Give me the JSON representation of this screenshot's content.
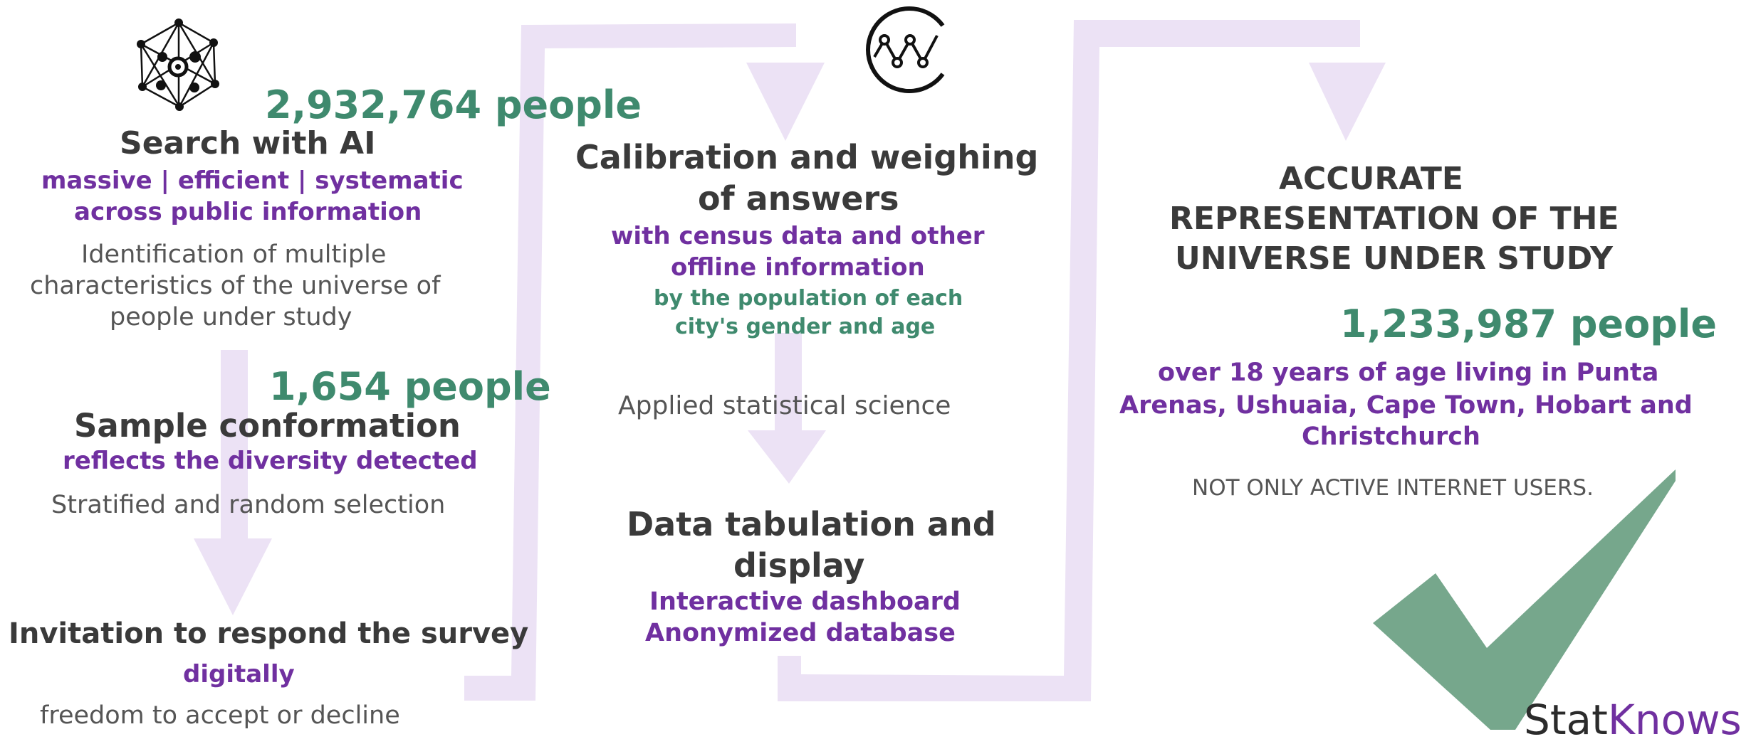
{
  "colors": {
    "accent_purple": "#7030a0",
    "accent_green": "#3f8a6e",
    "flow_light": "#ece2f5",
    "check": "#76a78c",
    "heading": "#3a3a3a"
  },
  "icons": {
    "network": "network-node-icon",
    "trend": "circle-trend-icon",
    "check": "checkmark-icon"
  },
  "col1": {
    "count1": "2,932,764 people",
    "search_title": "Search with AI",
    "search_sub1": "massive | efficient | systematic",
    "search_sub2": "across public information",
    "search_desc1": "Identification of multiple",
    "search_desc2": "characteristics of the universe of",
    "search_desc3": "people under study",
    "count2": "1,654 people",
    "sample_title": "Sample conformation",
    "sample_sub": "reflects the diversity detected",
    "sample_desc": "Stratified and random selection",
    "invite_title": "Invitation to respond the survey",
    "invite_sub": "digitally",
    "invite_desc": "freedom to accept or decline"
  },
  "col2": {
    "calib_title1": "Calibration and weighing",
    "calib_title2": "of answers",
    "calib_sub1": "with census data and other",
    "calib_sub2": "offline information",
    "calib_green1": "by the population of each",
    "calib_green2": "city's gender and age",
    "calib_desc": "Applied statistical science",
    "tab_title1": "Data tabulation and",
    "tab_title2": "display",
    "tab_sub1": "Interactive dashboard",
    "tab_sub2": "Anonymized database"
  },
  "col3": {
    "result_title1": "ACCURATE",
    "result_title2": "REPRESENTATION OF THE",
    "result_title3": "UNIVERSE UNDER STUDY",
    "count3": "1,233,987 people",
    "result_sub1": "over 18 years of age living in Punta",
    "result_sub2": "Arenas, Ushuaia, Cape Town, Hobart and",
    "result_sub3": "Christchurch",
    "result_note": "NOT ONLY ACTIVE INTERNET USERS."
  },
  "brand": {
    "part1": "Stat",
    "part2": "Knows"
  }
}
